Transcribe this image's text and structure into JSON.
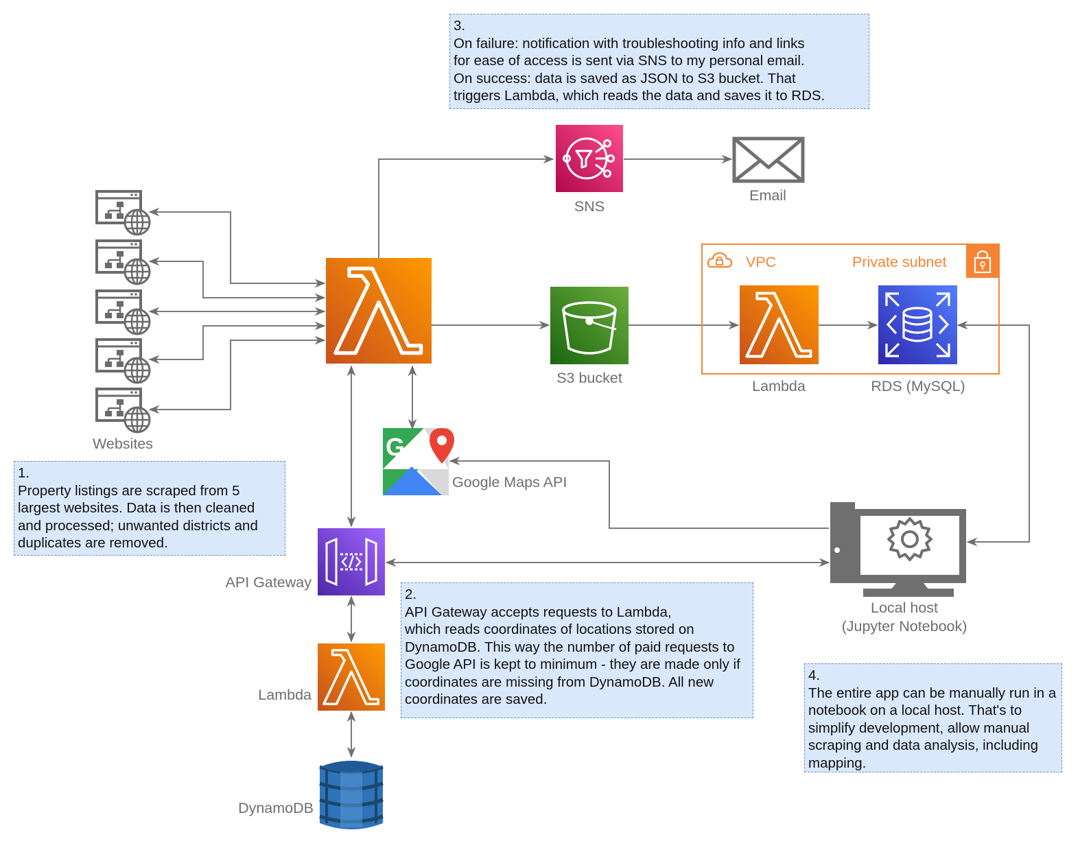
{
  "notes": {
    "n1": "1.\nProperty listings are scraped from 5 largest websites. Data is then cleaned and processed; unwanted districts and duplicates are removed.",
    "n2": "2.\nAPI Gateway accepts requests to Lambda,\nwhich reads coordinates of locations stored on DynamoDB. This way the number of paid requests to Google API is kept to minimum - they are made only if coordinates are missing from DynamoDB. All new coordinates are saved.",
    "n3": "3.\nOn failure: notification with troubleshooting info and links\nfor ease of access is sent via SNS to my personal email.\nOn success: data is saved as JSON to S3 bucket. That\ntriggers Lambda, which reads the data and saves it to RDS.",
    "n4": "4.\nThe entire app can be manually run in a notebook on a local host. That's to simplify development, allow manual scraping and data analysis, including mapping."
  },
  "labels": {
    "websites": "Websites",
    "sns": "SNS",
    "email": "Email",
    "s3": "S3 bucket",
    "vpc": "VPC",
    "private_subnet": "Private subnet",
    "lambda_vpc": "Lambda",
    "rds": "RDS (MySQL)",
    "google_maps": "Google Maps API",
    "api_gateway": "API Gateway",
    "lambda_api": "Lambda",
    "dynamodb": "DynamoDB",
    "local_host": "Local host\n(Jupyter Notebook)"
  },
  "colors": {
    "lambda": "#ED7100",
    "sns": "#E7157B",
    "s3": "#3F8624",
    "rds": "#3334B9",
    "api_gateway": "#8C4FFF",
    "dynamodb": "#2E73B8",
    "vpc_border": "#F58534",
    "note_fill": "#dae8fc",
    "note_border": "#6c8ebf",
    "arrow": "#707070"
  },
  "icons": [
    "website-icon",
    "lambda-icon",
    "sns-icon",
    "email-icon",
    "s3-bucket-icon",
    "vpc-cloud-icon",
    "lock-icon",
    "rds-icon",
    "google-maps-icon",
    "api-gateway-icon",
    "dynamodb-icon",
    "computer-icon"
  ]
}
